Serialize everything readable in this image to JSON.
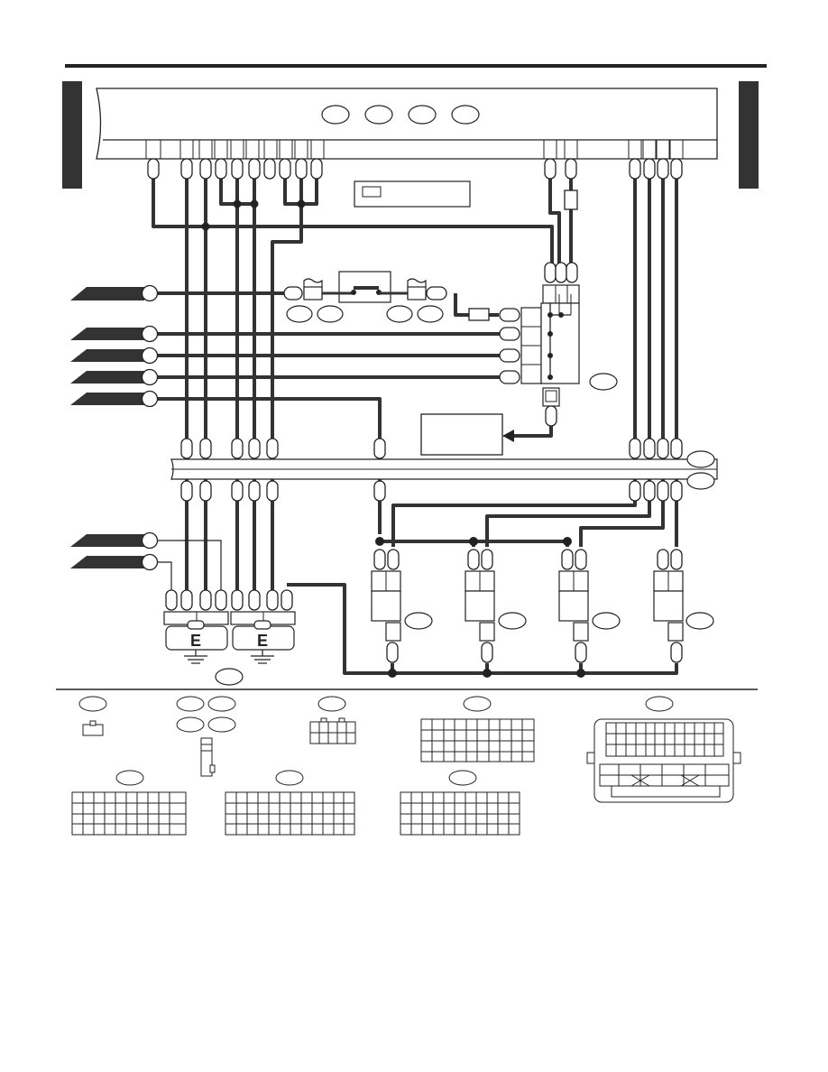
{
  "ground_labels": [
    "E",
    "E"
  ],
  "colors": {
    "line": "#222222",
    "wire_heavy": "#333333",
    "tab": "#333333",
    "background": "#ffffff"
  },
  "icons": [
    "ground-symbol",
    "arrow-pointer",
    "connector-pin",
    "splice-dot"
  ]
}
